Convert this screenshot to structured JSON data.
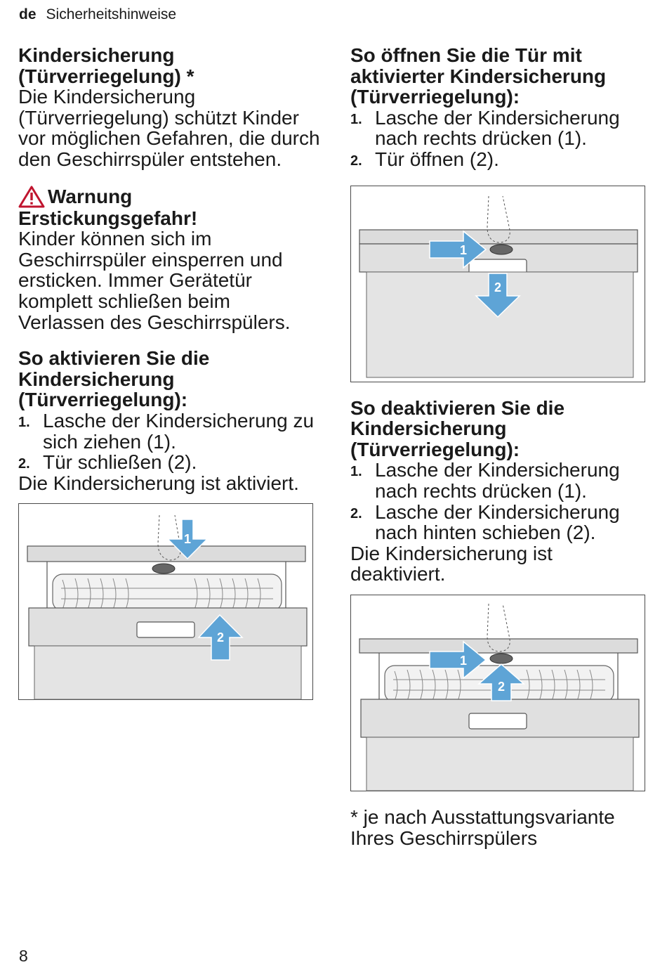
{
  "header": {
    "lang": "de",
    "section": "Sicherheitshinweise"
  },
  "left": {
    "title_line1": "Kindersicherung",
    "title_line2": "(Türverriegelung) *",
    "intro": "Die Kindersicherung (Türverriegelung) schützt Kinder vor möglichen Gefahren, die durch den Geschirrspüler entstehen.",
    "warning_label": "Warnung",
    "warning_title": "Erstickungsgefahr!",
    "warning_text": "Kinder können sich im Geschirrspüler einsperren und ersticken. Immer Gerätetür komplett schließen beim Verlassen des Geschirrspülers.",
    "activate_heading": "So aktivieren Sie die Kindersicherung (Türverriegelung):",
    "activate_steps": [
      {
        "num": "1.",
        "text": "Lasche der Kindersicherung zu sich ziehen (1)."
      },
      {
        "num": "2.",
        "text": "Tür schließen (2)."
      }
    ],
    "activate_result": "Die Kindersicherung ist aktiviert.",
    "fig_labels": [
      "1",
      "2"
    ]
  },
  "right": {
    "open_heading": "So öffnen Sie die Tür mit aktivierter Kindersicherung (Türverriegelung):",
    "open_steps": [
      {
        "num": "1.",
        "text": "Lasche der Kindersicherung nach rechts drücken (1)."
      },
      {
        "num": "2.",
        "text": "Tür öffnen (2)."
      }
    ],
    "fig_open_labels": [
      "1",
      "2"
    ],
    "deactivate_heading": "So deaktivieren Sie die Kindersicherung (Türverriegelung):",
    "deactivate_steps": [
      {
        "num": "1.",
        "text": "Lasche der Kindersicherung nach rechts drücken (1)."
      },
      {
        "num": "2.",
        "text": "Lasche der Kindersicherung nach hinten schieben (2)."
      }
    ],
    "deactivate_result": "Die Kindersicherung ist deaktiviert.",
    "fig_deactivate_labels": [
      "1",
      "2"
    ],
    "footnote": "* je nach Ausstattungsvariante Ihres Geschirrspülers"
  },
  "page_number": "8",
  "colors": {
    "arrow": "#5ea4d6",
    "warning": "#c0152f",
    "panel": "#e4e4e4"
  }
}
